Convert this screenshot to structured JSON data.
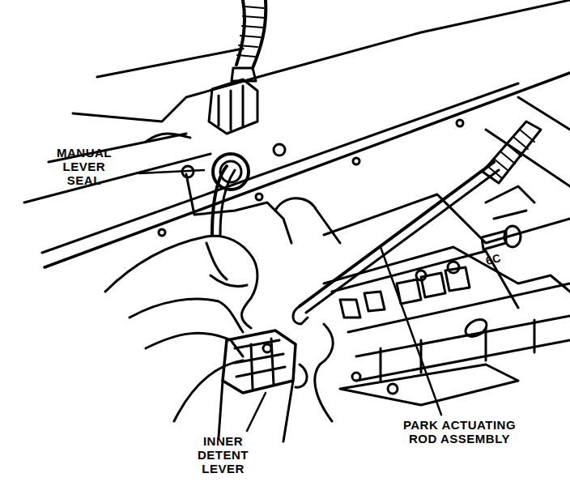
{
  "diagram": {
    "labels": [
      "MANUAL LEVER SEAL",
      "INNER DETENT LEVER",
      "PARK ACTUATING ROD ASSEMBLY",
      "6C"
    ]
  }
}
